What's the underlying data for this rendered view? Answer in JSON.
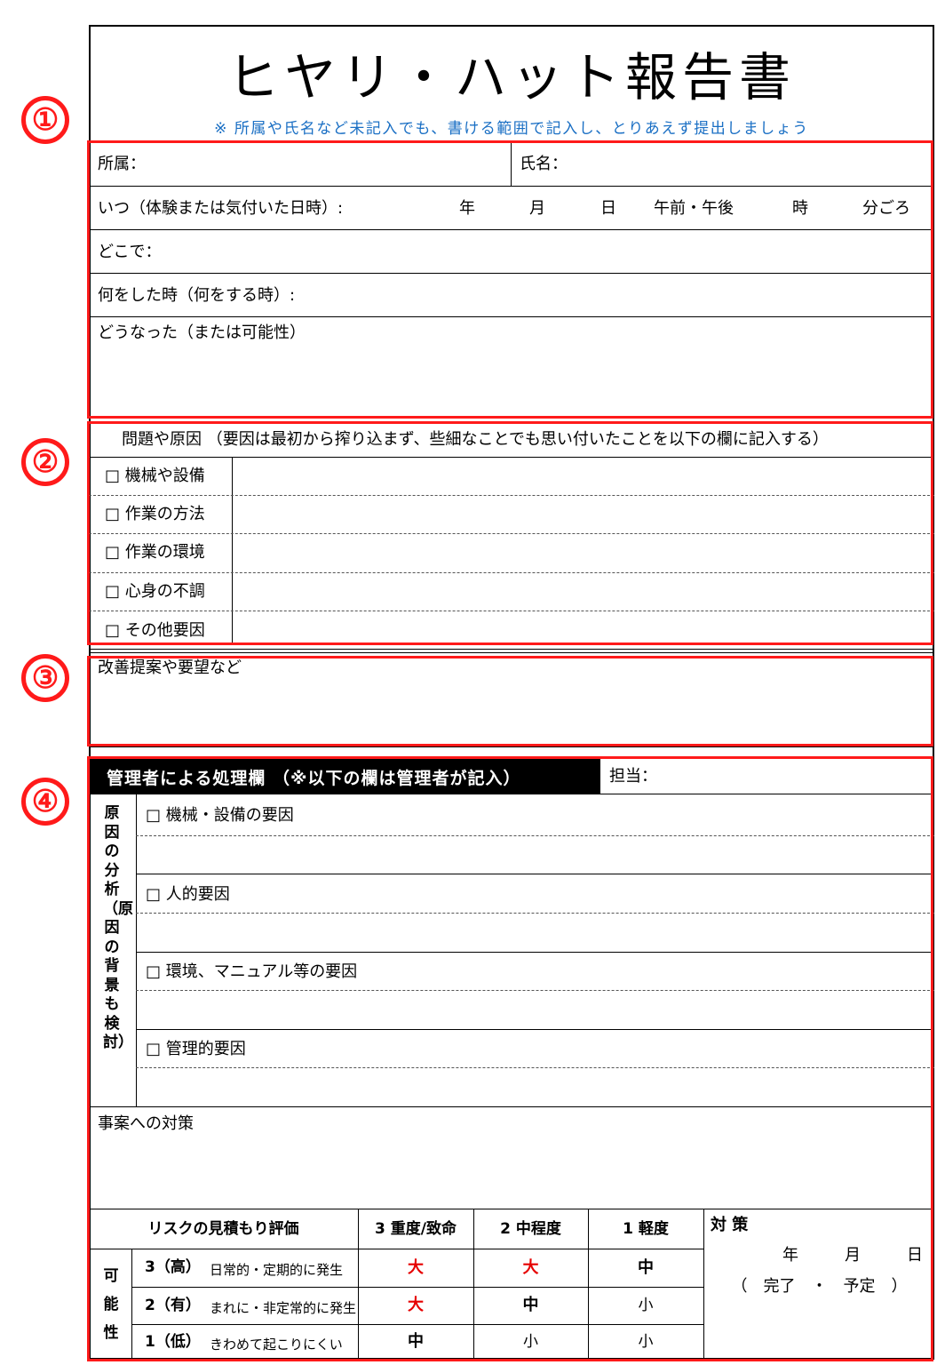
{
  "header": {
    "title": "ヒヤリ・ハット報告書",
    "note": "※ 所属や氏名など未記入でも、書ける範囲で記入し、とりあえず提出しましょう"
  },
  "section_markers": [
    "①",
    "②",
    "③",
    "④"
  ],
  "section1": {
    "affiliation": "所属：",
    "name": "氏名：",
    "when": "いつ（体験または気付いた日時）:",
    "year": "年",
    "month": "月",
    "day": "日",
    "ampm": "午前・午後",
    "hour": "時",
    "minute": "分ごろ",
    "where": "どこで：",
    "doing": "何をした時（何をする時）:",
    "result": "どうなった（または可能性）"
  },
  "section2": {
    "heading": "問題や原因 （要因は最初から搾り込まず、些細なことでも思い付いたことを以下の欄に記入する）",
    "items": [
      "□ 機械や設備",
      "□ 作業の方法",
      "□ 作業の環境",
      "□ 心身の不調",
      "□ その他要因"
    ]
  },
  "section3": {
    "label": "改善提案や要望など"
  },
  "section4": {
    "header": "管理者による処理欄 （※以下の欄は管理者が記入）",
    "person": "担当：",
    "vertical_label": "原因の分析（原因の背景も検討）",
    "factors": [
      "□ 機械・設備の要因",
      "□ 人的要因",
      "□ 環境、マニュアル等の要因",
      "□ 管理的要因"
    ],
    "countermeasure": "事案への対策"
  },
  "risk": {
    "title": "リスクの見積もり評価",
    "columns": [
      "3 重度/致命",
      "2 中程度",
      "1 軽度"
    ],
    "possibility_label": "可能性",
    "rows": [
      {
        "level": "3（高）",
        "desc": "日常的・定期的に発生",
        "cells": [
          "大",
          "大",
          "中"
        ]
      },
      {
        "level": "2（有）",
        "desc": "まれに・非定常的に発生",
        "cells": [
          "大",
          "中",
          "小"
        ]
      },
      {
        "level": "1（低）",
        "desc": "きわめて起こりにくい",
        "cells": [
          "中",
          "小",
          "小"
        ]
      }
    ],
    "action_label": "対 策",
    "action_year": "年",
    "action_month": "月",
    "action_day": "日",
    "action_status": "（　完了　・　予定　）"
  },
  "colors": {
    "red_highlight": "#ff1a1a",
    "risk_red_text": "#e60000",
    "header_bg": "#000000"
  }
}
